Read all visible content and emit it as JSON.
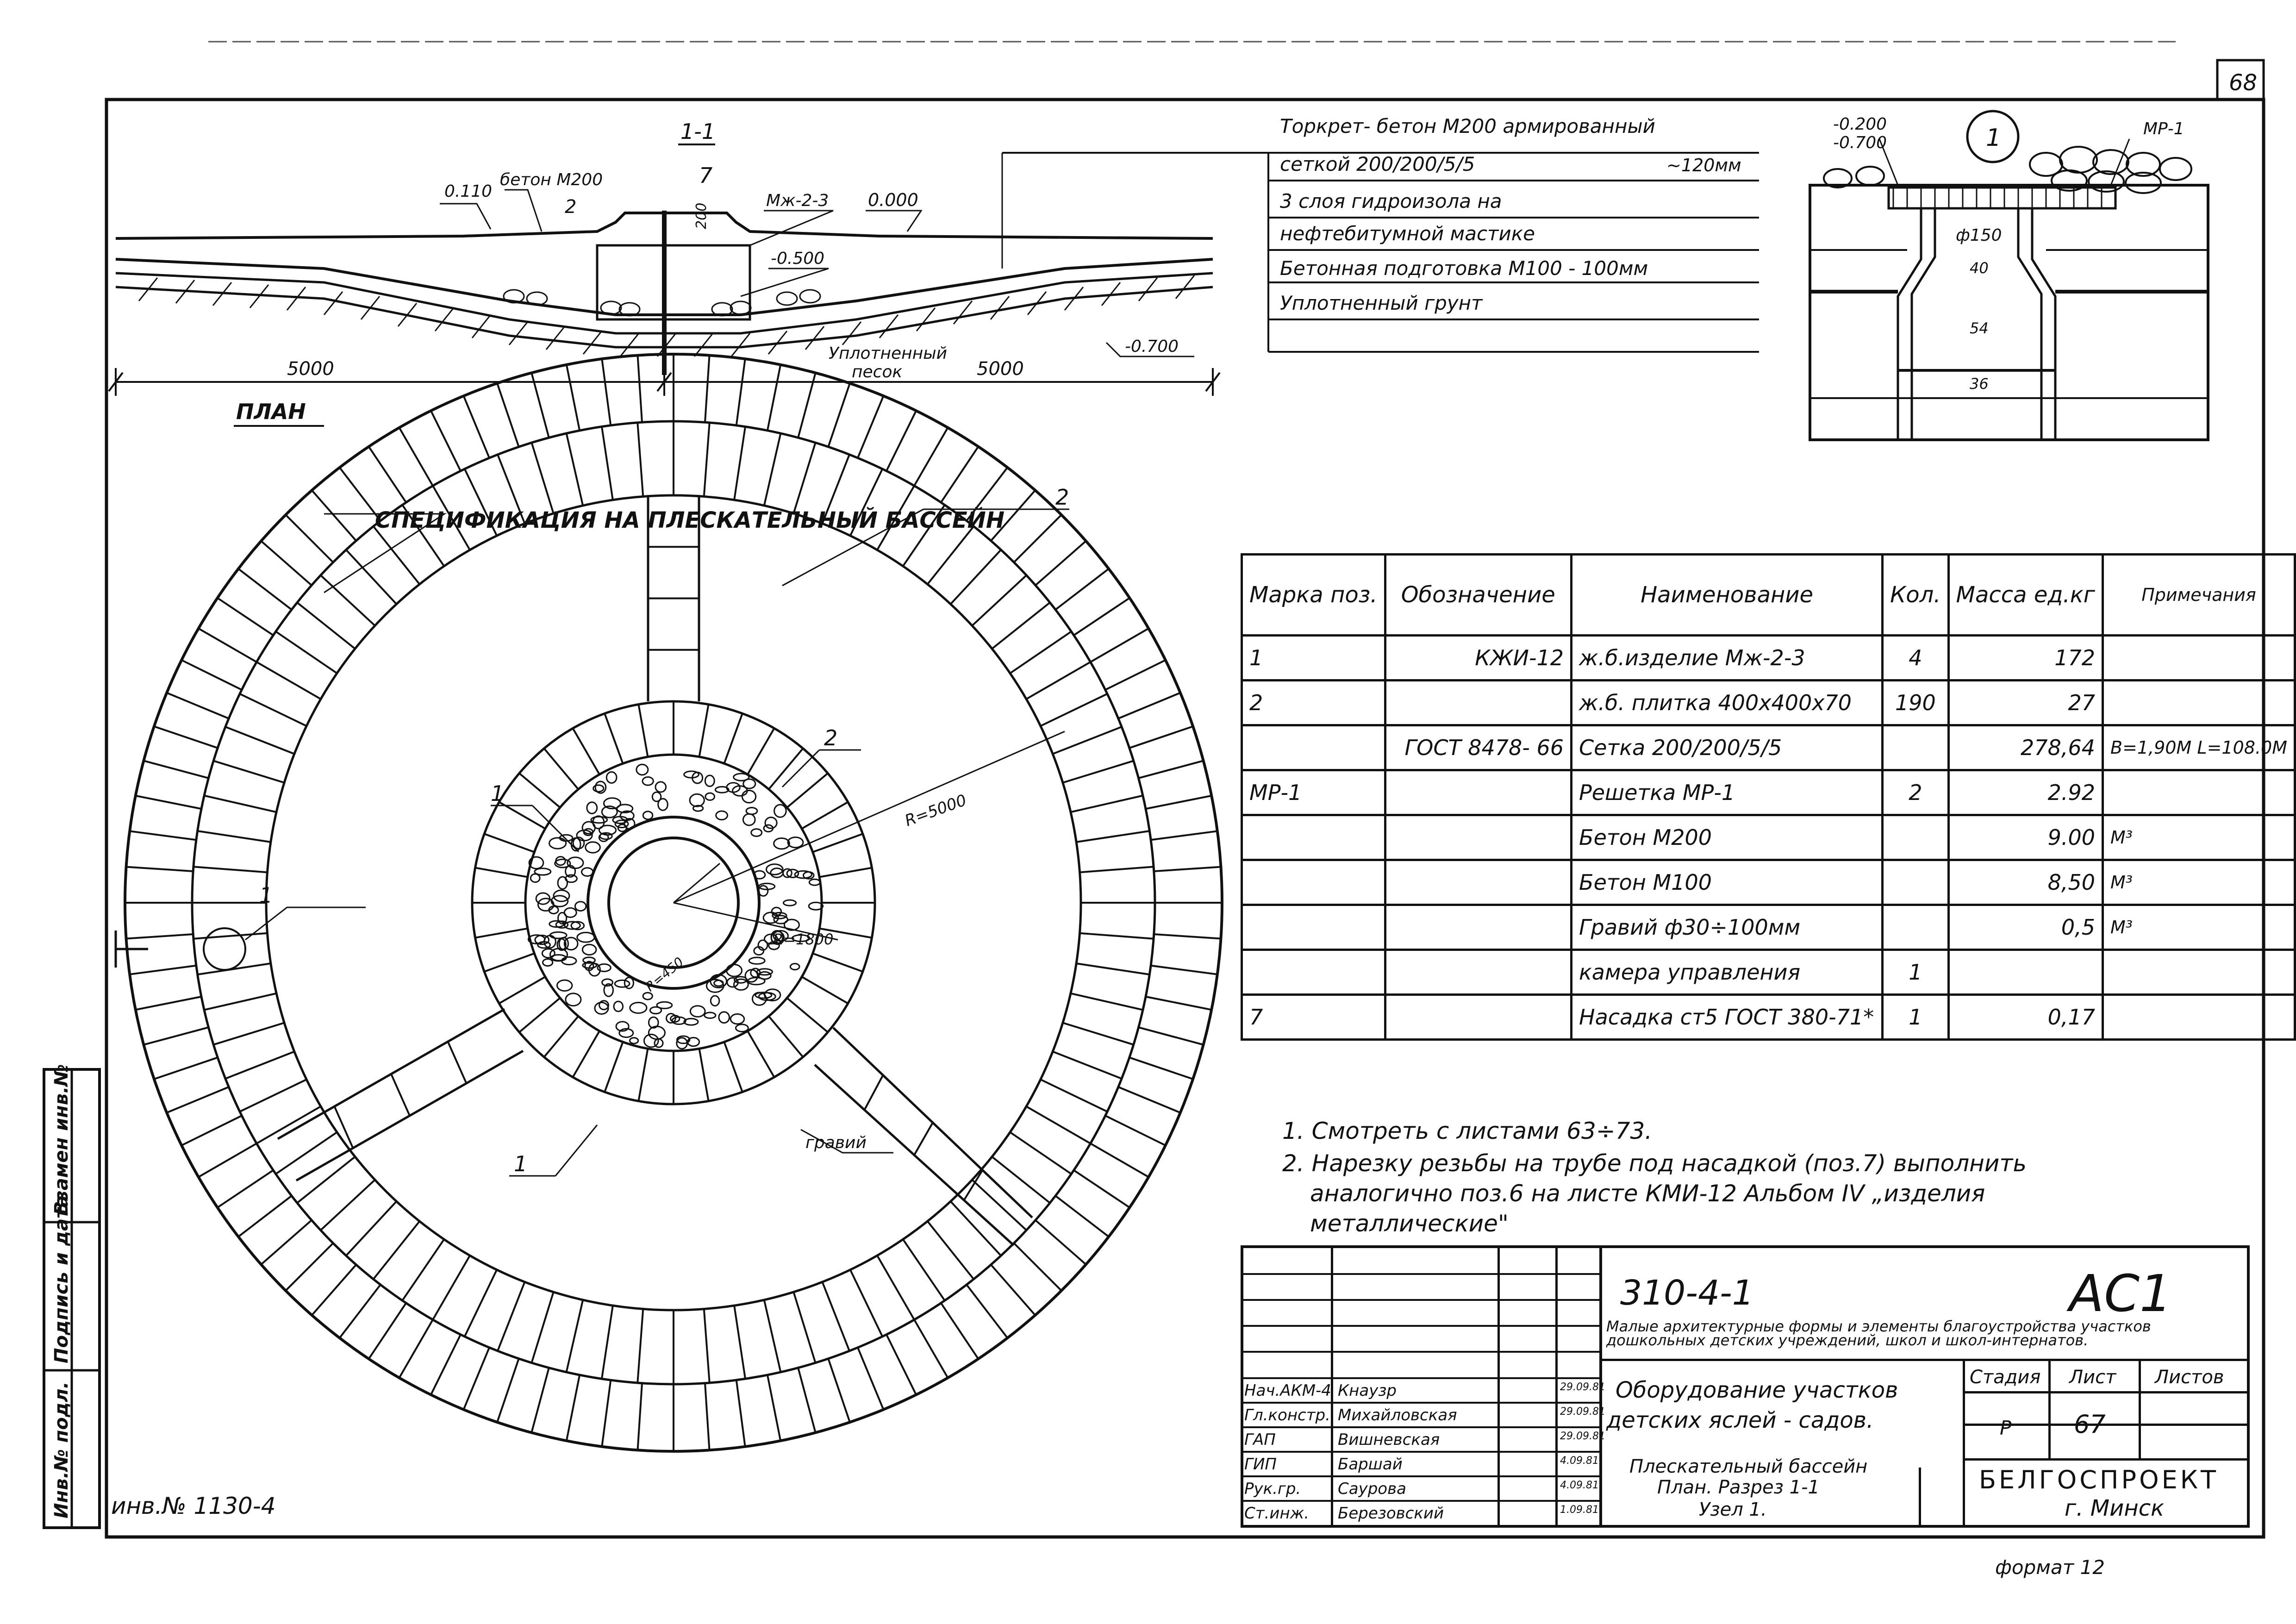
{
  "sheet_number_corner": "68",
  "section": {
    "title": "1-1",
    "label_beton": "бетон М200",
    "mark_2": "2",
    "mark_7": "7",
    "mark_mzh": "Мж-2-3",
    "elev_0110": "0.110",
    "elev_0000": "0.000",
    "elev_m0500": "-0.500",
    "elev_m0700": "-0.700",
    "dim_left": "5000",
    "dim_right": "5000",
    "dim_200": "200",
    "sand_line1": "Уплотненный",
    "sand_line2": "песок"
  },
  "layers": [
    {
      "text": "Торкрет- бетон М200 армирован­ный"
    },
    {
      "text": "сеткой 200/200/5/5",
      "extra": "~120мм"
    },
    {
      "text": "3 слоя гидроизола на"
    },
    {
      "text": "нефтебитумной мастике"
    },
    {
      "text": "Бетонная подготовка М100 - 100мм"
    },
    {
      "text": "Уплотненный грунт"
    }
  ],
  "node": {
    "elev1": "-0.200",
    "elev2": "-0.700",
    "node_number": "1",
    "mark": "МР-1",
    "dia": "ф150",
    "d40": "40",
    "d54": "54",
    "d36": "36"
  },
  "plan": {
    "title": "ПЛАН",
    "radius_outer": "R=5000",
    "radius_inner": "R=1800",
    "radius_small": "R=450",
    "mark_1": "1",
    "mark_2": "2",
    "gravel": "гравий"
  },
  "spec_title": "СПЕЦИФИКАЦИЯ НА ПЛЕСКАТЕЛЬНЫЙ БАССЕЙН",
  "spec": {
    "headers": [
      "Марка поз.",
      "Обозначение",
      "Наименование",
      "Кол.",
      "Масса ед.кг",
      "Примеча­ния"
    ],
    "rows": [
      [
        "1",
        "КЖИ-12",
        "ж.б.изделие Мж-2-3",
        "4",
        "172",
        ""
      ],
      [
        "2",
        "",
        "ж.б. плитка 400х400х70",
        "190",
        "27",
        ""
      ],
      [
        "",
        "ГОСТ 8478- 66",
        "Сетка 200/200/5/5",
        "",
        "278,64",
        "B=1,90М L=108.0М"
      ],
      [
        "МР-1",
        "",
        "Решетка МР-1",
        "2",
        "2.92",
        ""
      ],
      [
        "",
        "",
        "Бетон М200",
        "",
        "9.00",
        "М³"
      ],
      [
        "",
        "",
        "Бетон М100",
        "",
        "8,50",
        "М³"
      ],
      [
        "",
        "",
        "Гравий ф30÷100мм",
        "",
        "0,5",
        "М³"
      ],
      [
        "",
        "",
        "камера управления",
        "1",
        "",
        ""
      ],
      [
        "7",
        "",
        "Насадка ст5 ГОСТ 380-71*",
        "1",
        "0,17",
        ""
      ]
    ]
  },
  "notes": [
    "1. Смотреть с листами 63÷73.",
    "2. Нарезку резьбы на трубе под насадкой (поз.7) выполнить",
    "аналогично поз.6 на листе КМИ-12 Альбом IV „изделия",
    "металлические\""
  ],
  "titleblock": {
    "code": "310-4-1",
    "mark": "АС1",
    "series_title": "Малые архитектурные формы и элементы благоустройства участков дошкольных детских учреждений, школ и школ-интернатов.",
    "sheet_title_1": "Оборудование участков",
    "sheet_title_2": "детских яслей - садов.",
    "drawing_1": "Плескательный бассейн",
    "drawing_2": "План. Разрез 1-1",
    "drawing_3": "Узел 1.",
    "stage_label": "Стадия",
    "sheet_label": "Лист",
    "sheets_label": "Листов",
    "stage": "Р",
    "sheet": "67",
    "org": "БЕЛГОСПРОЕКТ",
    "city": "г. Минск",
    "people": [
      {
        "role": "Нач.АКМ-4",
        "name": "Кнаузр",
        "date": "29.09.81"
      },
      {
        "role": "Гл.констр.",
        "name": "Михайловская",
        "date": "29.09.81"
      },
      {
        "role": "ГАП",
        "name": "Вишневская",
        "date": "29.09.81"
      },
      {
        "role": "ГИП",
        "name": "Баршай",
        "date": "4.09.81"
      },
      {
        "role": "Рук.гр.",
        "name": "Саурова",
        "date": "4.09.81"
      },
      {
        "role": "Ст.инж.",
        "name": "Березовский",
        "date": "1.09.81"
      }
    ]
  },
  "format": "формат 12",
  "inv_number": "инв.№ 1130-4",
  "side_stamp": [
    "Инв.№ подл.",
    "Подпись и дата",
    "Взамен инв.№"
  ]
}
